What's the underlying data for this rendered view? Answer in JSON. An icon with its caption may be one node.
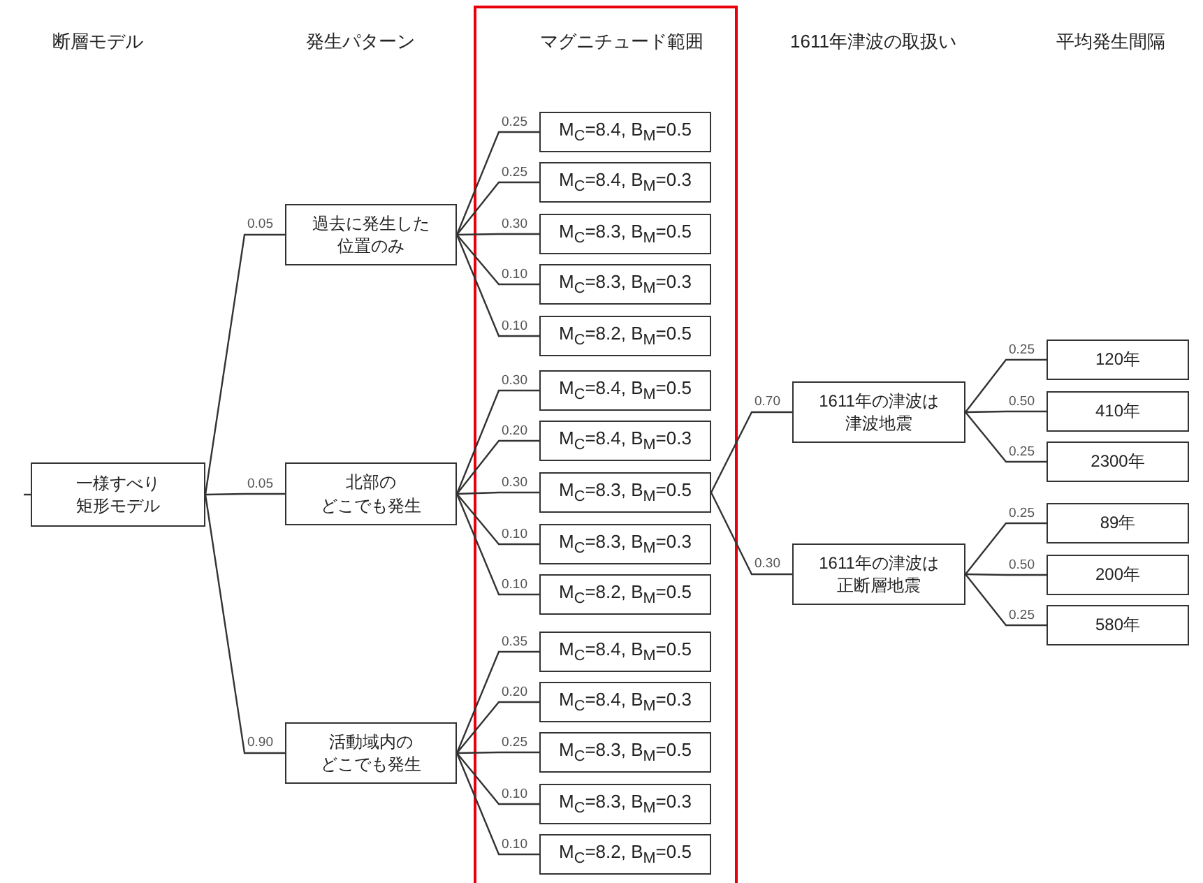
{
  "diagram": {
    "nodes": [
      {
        "text": [
          "一様すべり矩形モデル"
        ]
      },
      {
        "text": [
          "過去に発生した位置のみ"
        ]
      },
      {
        "text": [
          "M$_{C}$=8.4, B$_{M}$=0.5"
        ]
      },
      {
        "text": [
          "M$_{C}$=8.4, B$_{M}$=0.3"
        ]
      },
      {
        "text": [
          "M$_{C}$=8.3, B$_{M}$=0.5"
        ]
      },
      {
        "text": [
          "M$_{C}$=8.3, B$_{M}$=0.3"
        ]
      },
      {
        "text": [
          "M$_{C}$=8.2, B$_{M}$=0.5"
        ]
      },
      {
        "text": [
          "北部のどこでも発生"
        ]
      },
      {
        "text": [
          "M$_{C}$=8.4, B$_{M}$=0.5"
        ]
      },
      {
        "text": [
          "M$_{C}$=8.4, B$_{M}$=0.3"
        ]
      },
      {
        "text": [
          "M$_{C}$=8.3, B$_{M}$=0.5"
        ]
      },
      {
        "text": [
          "M$_{C}$=8.3, B$_{M}$=0.3"
        ]
      },
      {
        "text": [
          "M$_{C}$=8.2, B$_{M}$=0.5"
        ]
      },
      {
        "text": [
          "活動域内のどこでも発生"
        ]
      },
      {
        "text": [
          "M$_{C}$=8.4, B$_{M}$=0.5"
        ]
      },
      {
        "text": [
          "M$_{C}$=8.4, B$_{M}$=0.3"
        ]
      },
      {
        "text": [
          "M$_{C}$=8.3, B$_{M}$=0.5"
        ]
      },
      {
        "text": [
          "M$_{C}$=8.3, B$_{M}$=0.3"
        ]
      },
      {
        "text": [
          "M$_{C}$=8.2, B$_{M}$=0.5"
        ]
      },
      {
        "text": [
          "1611年の津波は津波地震"
        ]
      },
      {
        "text": [
          "120年"
        ]
      },
      {
        "text": [
          "410年"
        ]
      },
      {
        "text": [
          "2300年"
        ]
      },
      {
        "text": [
          "1611年の津波は正断層地震"
        ]
      },
      {
        "text": [
          "89年"
        ]
      },
      {
        "text": [
          "200年"
        ]
      },
      {
        "text": [
          "580年"
        ]
      }
    ],
    "edges": [
      {
        "from": null,
        "to": 0,
        "arrow": "none"
      },
      {
        "from": 0,
        "to": 1,
        "arrow": "none",
        "label": "0.05"
      },
      {
        "from": 0,
        "to": 7,
        "arrow": "none",
        "label": "0.05"
      },
      {
        "from": 0,
        "to": 13,
        "arrow": "none",
        "label": "0.90"
      },
      {
        "from": 1,
        "to": 2,
        "arrow": "none",
        "label": "0.25"
      },
      {
        "from": 1,
        "to": 3,
        "arrow": "none",
        "label": "0.25"
      },
      {
        "from": 1,
        "to": 4,
        "arrow": "none",
        "label": "0.30"
      },
      {
        "from": 1,
        "to": 5,
        "arrow": "none",
        "label": "0.10"
      },
      {
        "from": 1,
        "to": 6,
        "arrow": "none",
        "label": "0.10"
      },
      {
        "from": 7,
        "to": 8,
        "arrow": "none",
        "label": "0.30"
      },
      {
        "from": 7,
        "to": 9,
        "arrow": "none",
        "label": "0.20"
      },
      {
        "from": 7,
        "to": 10,
        "arrow": "none",
        "label": "0.30"
      },
      {
        "from": 7,
        "to": 11,
        "arrow": "none",
        "label": "0.10"
      },
      {
        "from": 7,
        "to": 12,
        "arrow": "none",
        "label": "0.10"
      },
      {
        "from": 13,
        "to": 14,
        "arrow": "none",
        "label": "0.35"
      },
      {
        "from": 13,
        "to": 15,
        "arrow": "none",
        "label": "0.20"
      },
      {
        "from": 13,
        "to": 16,
        "arrow": "none",
        "label": "0.25"
      },
      {
        "from": 13,
        "to": 17,
        "arrow": "none",
        "label": "0.10"
      },
      {
        "from": 13,
        "to": 18,
        "arrow": "none",
        "label": "0.10"
      },
      {
        "from": 10,
        "to": 19,
        "arrow": "none",
        "label": "0.70"
      },
      {
        "from": 10,
        "to": 23,
        "arrow": "none",
        "label": "0.30"
      },
      {
        "from": 19,
        "to": 20,
        "arrow": "none",
        "label": "0.25"
      },
      {
        "from": 19,
        "to": 21,
        "arrow": "none",
        "label": "0.50"
      },
      {
        "from": 19,
        "to": 22,
        "arrow": "none",
        "label": "0.25"
      },
      {
        "from": 23,
        "to": 24,
        "arrow": "none",
        "label": "0.25"
      },
      {
        "from": 23,
        "to": 25,
        "arrow": "none",
        "label": "0.50"
      },
      {
        "from": 23,
        "to": 26,
        "arrow": "none",
        "label": "0.25"
      }
    ],
    "labels": [
      "断層モデル",
      "発生パターン",
      "マグニチュード範囲",
      "1611年津波の取扱い",
      "平均発生間隔"
    ]
  }
}
